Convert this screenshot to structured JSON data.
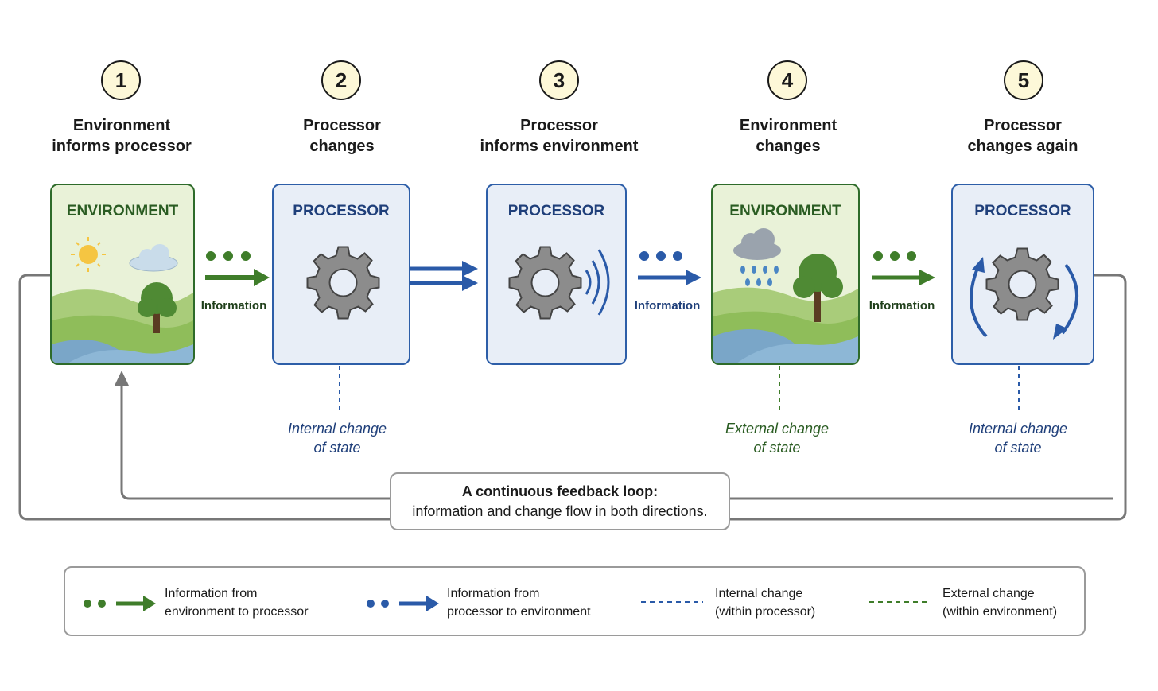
{
  "steps": [
    {
      "num": "1",
      "title1": "Environment",
      "title2": "informs processor"
    },
    {
      "num": "2",
      "title1": "Processor",
      "title2": "changes"
    },
    {
      "num": "3",
      "title1": "Processor",
      "title2": "informs environment"
    },
    {
      "num": "4",
      "title1": "Environment",
      "title2": "changes"
    },
    {
      "num": "5",
      "title1": "Processor",
      "title2": "changes again"
    }
  ],
  "panels": {
    "p1": "ENVIRONMENT",
    "p2": "PROCESSOR",
    "p3": "PROCESSOR",
    "p4": "ENVIRONMENT",
    "p5": "PROCESSOR"
  },
  "arrows": {
    "a1": "Information",
    "a3": "Information",
    "a4": "Information"
  },
  "changes": {
    "c2": {
      "l1": "Internal change",
      "l2": "of state"
    },
    "c4": {
      "l1": "External change",
      "l2": "of state"
    },
    "c5": {
      "l1": "Internal change",
      "l2": "of state"
    }
  },
  "callout": {
    "line1": "A continuous feedback loop:",
    "line2": "information and change flow in both directions."
  },
  "legend": [
    {
      "l1": "Information from",
      "l2": "environment to processor"
    },
    {
      "l1": "Information from",
      "l2": "processor to environment"
    },
    {
      "l1": "Internal change",
      "l2": "(within processor)"
    },
    {
      "l1": "External change",
      "l2": "(within environment)"
    }
  ],
  "colors": {
    "green": "#3f7d2a",
    "blue": "#2a5aa8",
    "gray": "#7a7a7a"
  }
}
